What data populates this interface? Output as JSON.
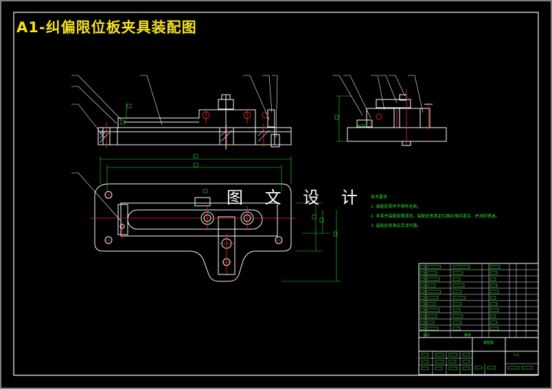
{
  "drawing": {
    "title": "A1-纠偏限位板夹具装配图",
    "watermark": "图 文 设 计",
    "technical_requirements": {
      "heading": "技术要求",
      "items": [
        "1. 装配前零件不得有毛刺。",
        "2. 各零件装配前需清洗，装配后夹具定位面应保持清洁，并涂防锈油。",
        "3. 装配后夹具应灵活可靠。"
      ]
    },
    "title_block": {
      "drawing_name": "装配图",
      "scale": "1:1",
      "designer_label": "设计",
      "checker_label": "审核"
    }
  },
  "colors": {
    "background": "#000000",
    "outline": "#ffffff",
    "centerline": "#ff2a2a",
    "dimension": "#2fe02f",
    "title": "#f4e21a"
  }
}
